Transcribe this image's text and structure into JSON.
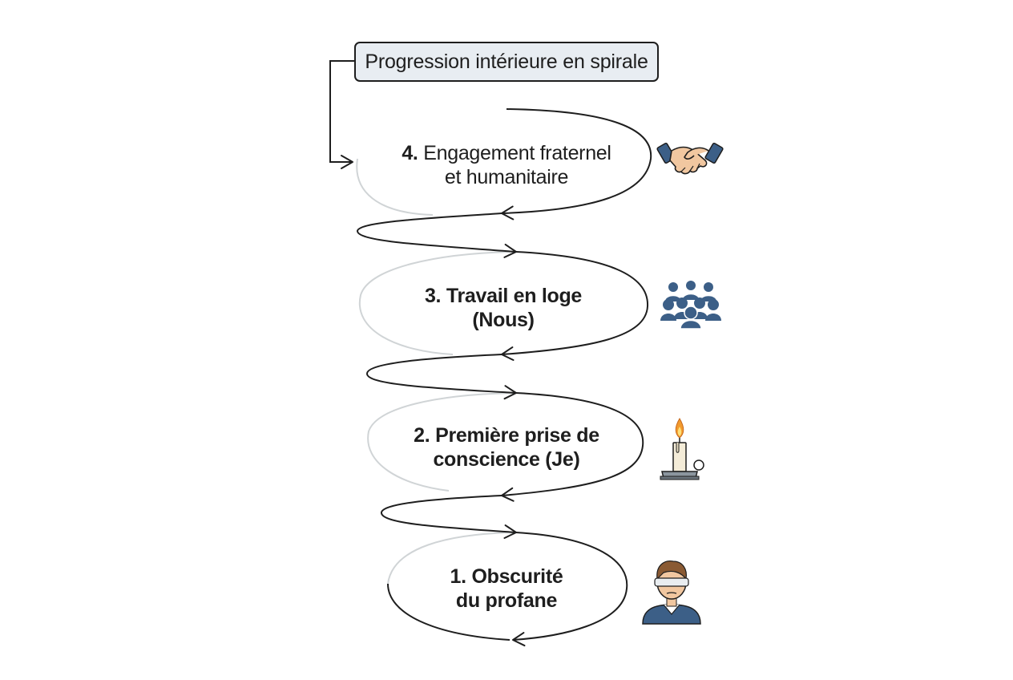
{
  "title": "Progression intérieure en spirale",
  "stages": [
    {
      "number": "1.",
      "line1": "Obscurité",
      "line2": "du profane",
      "icon": "blindfolded-person-icon"
    },
    {
      "number": "2.",
      "line1": "Première prise de",
      "line2": "conscience (Je)",
      "icon": "candle-icon"
    },
    {
      "number": "3.",
      "line1": "Travail en loge",
      "line2": "(Nous)",
      "icon": "group-icon"
    },
    {
      "number": "4.",
      "line1": "Engagement fraternel",
      "line2": "et humanitaire",
      "icon": "handshake-icon"
    }
  ],
  "colors": {
    "line": "#1e1e1e",
    "back_line": "#d0d4d6",
    "title_bg": "#e8edf2",
    "icon_blue": "#3c5f87",
    "skin": "#f1c7a0",
    "flame": "#f29a2e"
  }
}
